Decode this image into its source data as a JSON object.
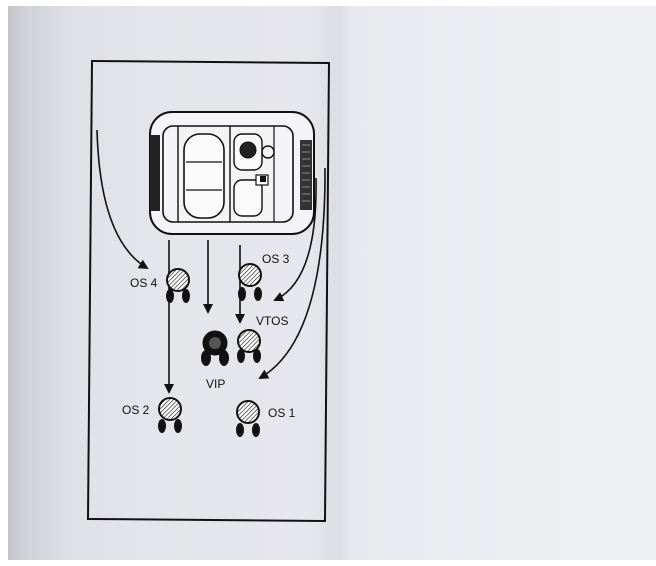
{
  "diagram": {
    "labels": {
      "os4": "OS 4",
      "os3": "OS 3",
      "vtos": "VTOS",
      "vip": "VIP",
      "os2": "OS 2",
      "os1": "OS 1"
    }
  }
}
